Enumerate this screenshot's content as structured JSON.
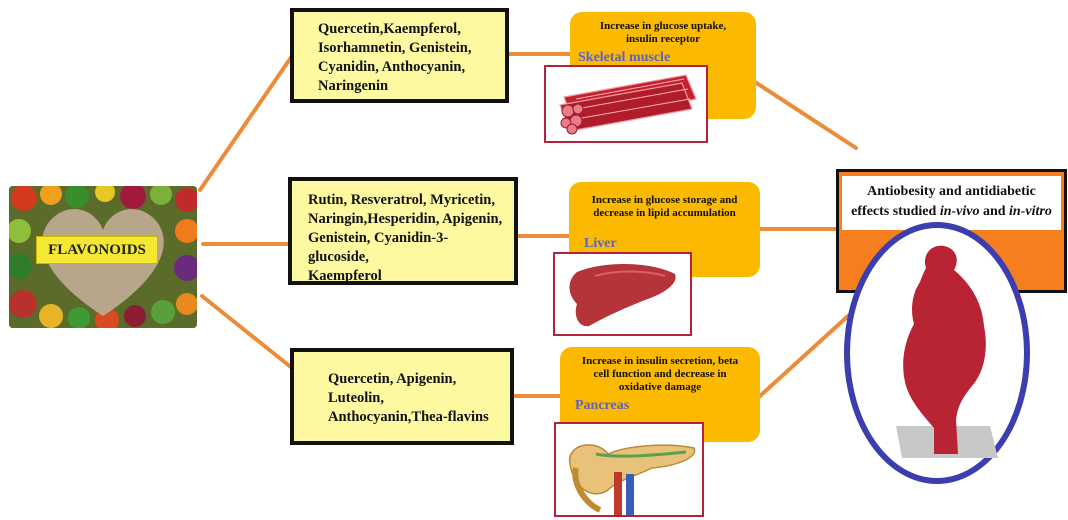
{
  "flavonoids_label": "FLAVONOIDS",
  "groups": [
    {
      "compounds": [
        "Quercetin,Kaempferol,",
        "Isorhamnetin, Genistein,",
        "Cyanidin, Anthocyanin,",
        "Naringenin"
      ],
      "effect": [
        "Increase in glucose uptake,",
        "insulin receptor"
      ],
      "organ": "Skeletal muscle"
    },
    {
      "compounds": [
        "Rutin, Resveratrol, Myricetin,",
        "Naringin,Hesperidin, Apigenin,",
        "Genistein, Cyanidin-3-glucoside,",
        "Kaempferol"
      ],
      "effect": [
        "Increase in glucose storage and",
        "decrease in lipid accumulation"
      ],
      "organ": "Liver"
    },
    {
      "compounds": [
        "Quercetin, Apigenin,",
        "Luteolin,",
        "Anthocyanin,Thea-flavins"
      ],
      "effect": [
        "Increase in insulin secretion, beta",
        "cell function and decrease in",
        "oxidative damage"
      ],
      "organ": "Pancreas"
    }
  ],
  "result": {
    "line1": "Antiobesity and antidiabetic",
    "line2_prefix": "effects studied ",
    "in_vivo": "in-vivo",
    "and": " and ",
    "in_vitro": "in-vitro"
  },
  "colors": {
    "connector": "#ec8c38",
    "compound_box": "#fdf9a0",
    "effect_box": "#fbb900",
    "result_box": "#f57f1f",
    "ellipse": "#3c3dae",
    "organ_red": "#b82433"
  },
  "icons": [
    "vegetable-heart-image",
    "skeletal-muscle-image",
    "liver-image",
    "pancreas-image",
    "obese-body-silhouette"
  ]
}
